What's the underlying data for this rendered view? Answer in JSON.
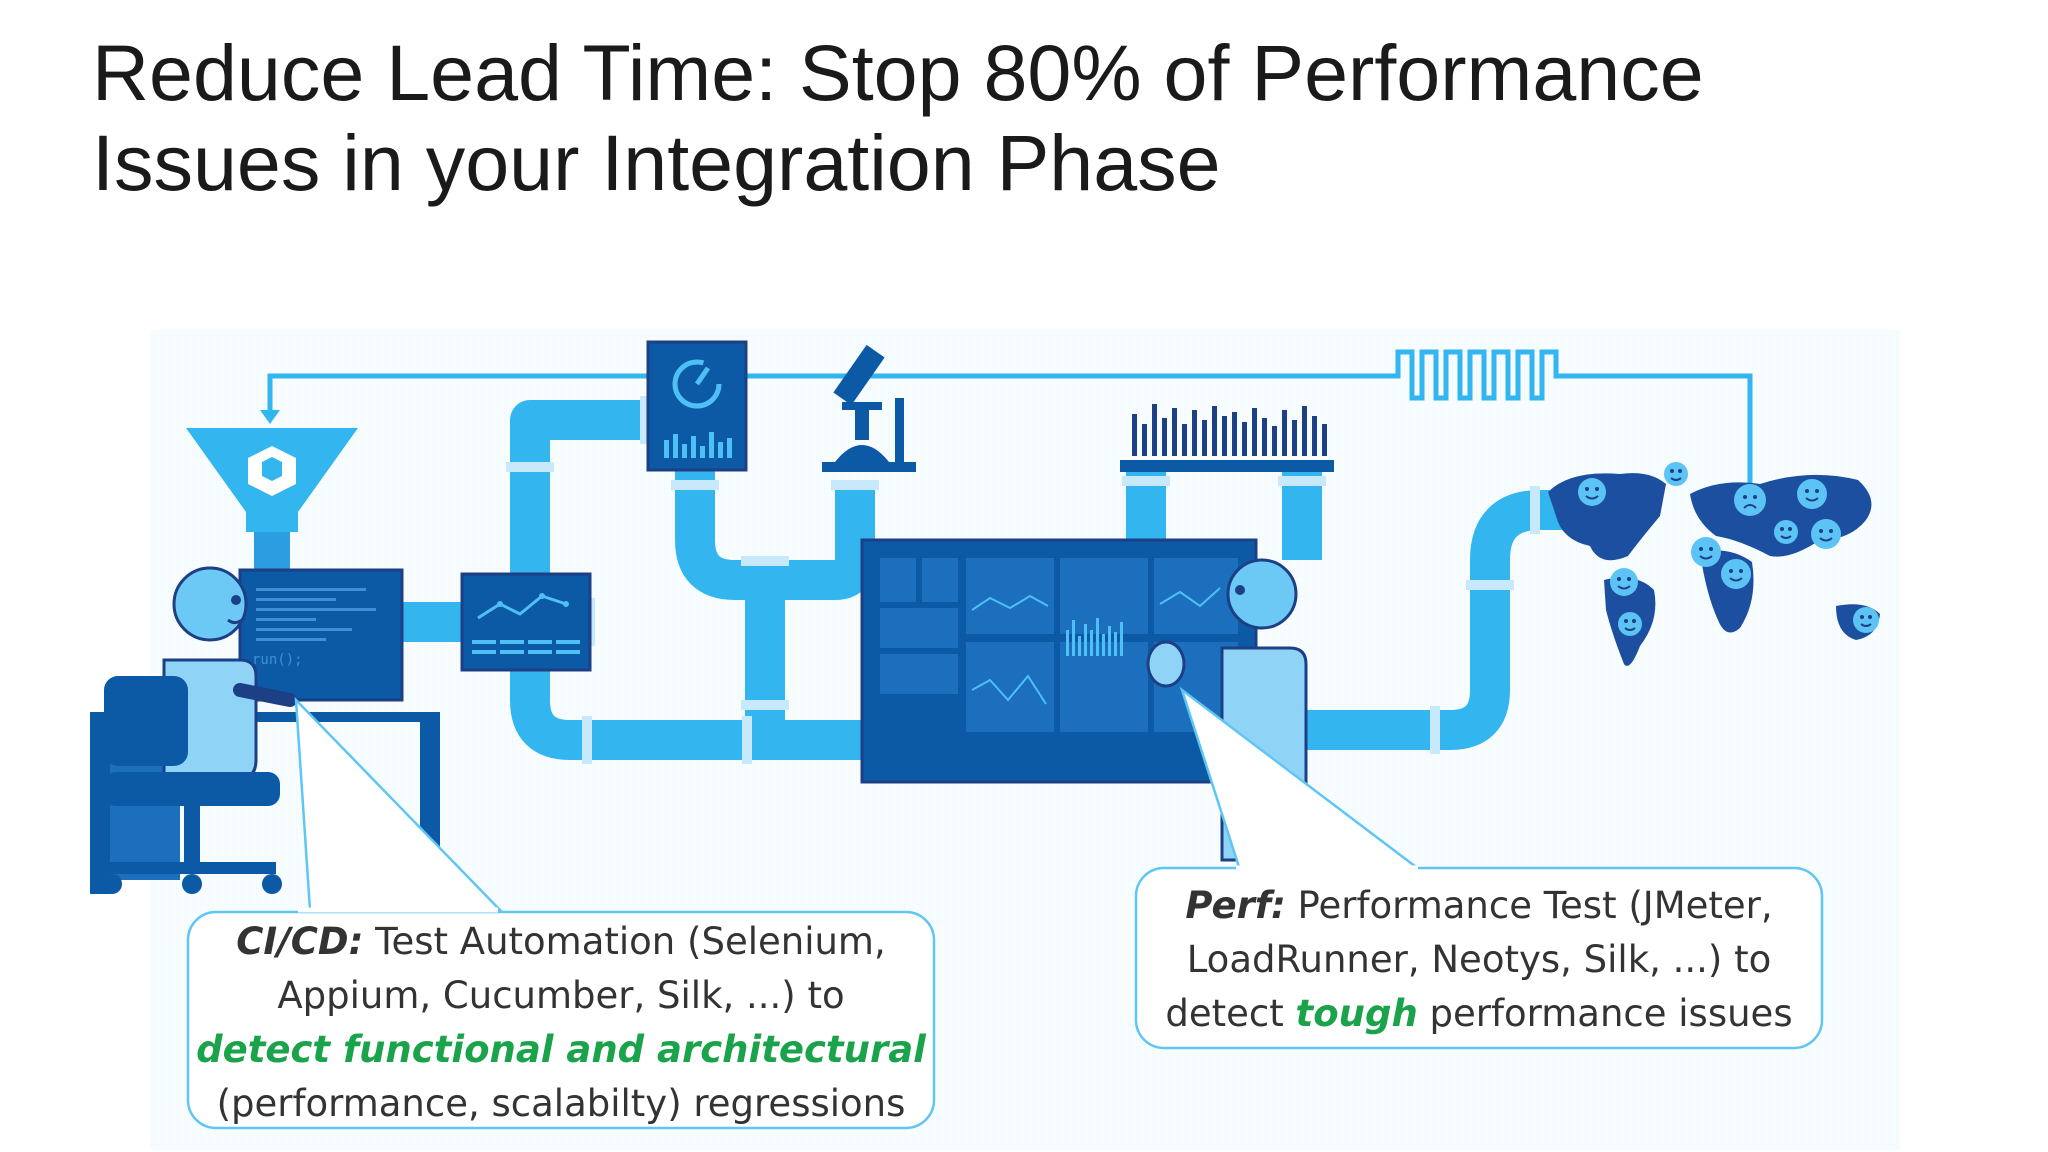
{
  "slide": {
    "title_line1": "Reduce Lead Time: Stop 80% of Performance",
    "title_line2": "Issues in your Integration Phase"
  },
  "illustration": {
    "code_text": "run();"
  },
  "callout_cicd": {
    "label": "CI/CD:",
    "line1_rest": " Test Automation (Selenium,",
    "line2": "Appium, Cucumber, Silk, ...) to",
    "line3_highlight": "detect functional and architectural",
    "line4": "(performance, scalabilty) regressions"
  },
  "callout_perf": {
    "label": "Perf:",
    "line1_rest": " Performance Test (JMeter,",
    "line2": "LoadRunner, Neotys, Silk, ...) to",
    "line3_pre": "detect ",
    "line3_highlight": "tough",
    "line3_post": " performance issues"
  },
  "colors": {
    "pipe": "#33b5f0",
    "pipe_light": "#5fc6f4",
    "dark_blue": "#0c5aa6",
    "navy": "#1d3f86",
    "highlight_green": "#1aa34a",
    "text": "#333333"
  },
  "icons": [
    "funnel-icon",
    "cube-icon",
    "speedometer-icon",
    "microscope-icon",
    "bar-chart-icon",
    "world-map-icon",
    "smiley-face-icon",
    "sad-face-icon",
    "person-icon",
    "chair-icon"
  ]
}
